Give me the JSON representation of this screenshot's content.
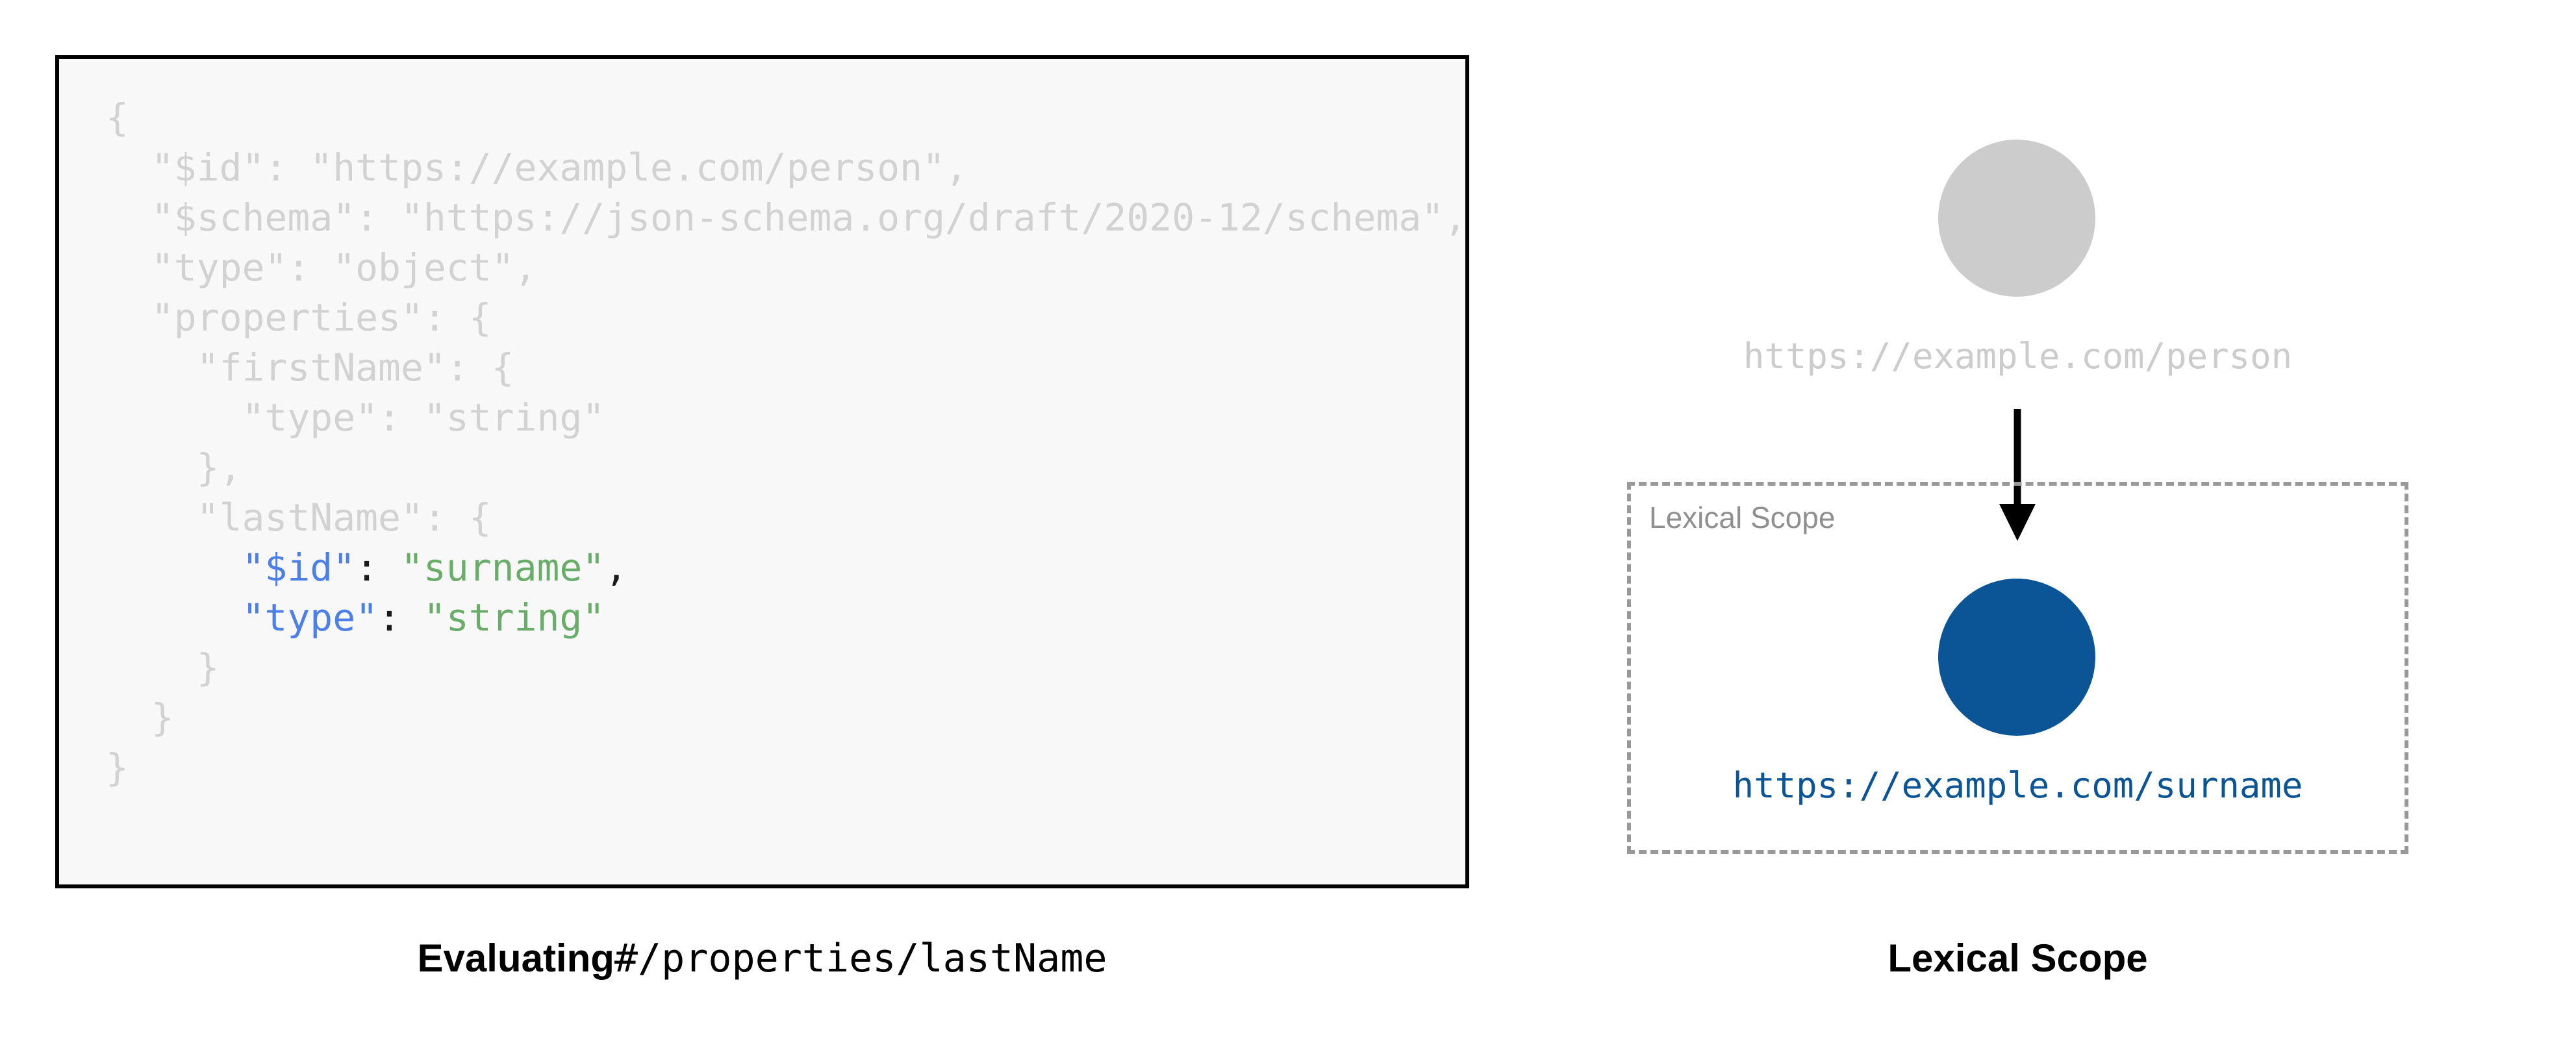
{
  "code_panel": {
    "language": "json",
    "background_color": "#f8f8f8",
    "border_color": "#000000",
    "lines": [
      [
        {
          "t": "{",
          "c": "dim"
        }
      ],
      [
        {
          "t": "  \"$id\": \"https://example.com/person\",",
          "c": "dim"
        }
      ],
      [
        {
          "t": "  \"$schema\": \"https://json-schema.org/draft/2020-12/schema\",",
          "c": "dim"
        }
      ],
      [
        {
          "t": "  \"type\": \"object\",",
          "c": "dim"
        }
      ],
      [
        {
          "t": "  \"properties\": {",
          "c": "dim"
        }
      ],
      [
        {
          "t": "    \"firstName\": {",
          "c": "dim"
        }
      ],
      [
        {
          "t": "      \"type\": \"string\"",
          "c": "dim"
        }
      ],
      [
        {
          "t": "    },",
          "c": "dim"
        }
      ],
      [
        {
          "t": "    \"lastName\": {",
          "c": "dim"
        }
      ],
      [
        {
          "t": "      ",
          "c": "dim"
        },
        {
          "t": "\"$id\"",
          "c": "key"
        },
        {
          "t": ": ",
          "c": "punct"
        },
        {
          "t": "\"surname\"",
          "c": "str"
        },
        {
          "t": ",",
          "c": "punct"
        }
      ],
      [
        {
          "t": "      ",
          "c": "dim"
        },
        {
          "t": "\"type\"",
          "c": "key"
        },
        {
          "t": ": ",
          "c": "punct"
        },
        {
          "t": "\"string\"",
          "c": "str"
        }
      ],
      [
        {
          "t": "    }",
          "c": "dim"
        }
      ],
      [
        {
          "t": "  }",
          "c": "dim"
        }
      ],
      [
        {
          "t": "}",
          "c": "dim"
        }
      ]
    ],
    "colors": {
      "dim": "#d2d2d2",
      "key": "#4d7fea",
      "str": "#6aad6a",
      "punct": "#1a1a1a"
    }
  },
  "left_caption": {
    "bold_text": "Evaluating",
    "mono_text": "#/properties/lastName"
  },
  "right_caption": {
    "text": "Lexical Scope"
  },
  "scope_diagram": {
    "outer_node": {
      "label": "https://example.com/person",
      "color": "#cccccc"
    },
    "inner_node": {
      "label": "https://example.com/surname",
      "color": "#0b5596"
    },
    "arrow": {
      "icon": "down-arrow-icon",
      "color": "#000000"
    },
    "scope_box": {
      "label": "Lexical Scope",
      "border_color": "#999999",
      "border_style": "dashed"
    }
  }
}
